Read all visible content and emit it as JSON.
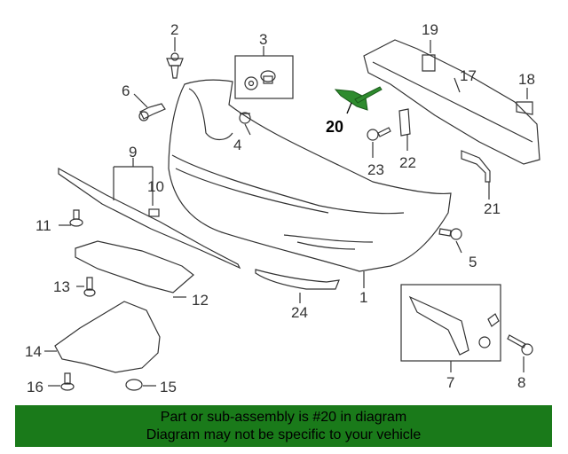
{
  "callouts": {
    "c1": "1",
    "c2": "2",
    "c3": "3",
    "c4": "4",
    "c5": "5",
    "c6": "6",
    "c7": "7",
    "c8": "8",
    "c9": "9",
    "c10": "10",
    "c11": "11",
    "c12": "12",
    "c13": "13",
    "c14": "14",
    "c15": "15",
    "c16": "16",
    "c17": "17",
    "c18": "18",
    "c19": "19",
    "c20": "20",
    "c21": "21",
    "c22": "22",
    "c23": "23",
    "c24": "24"
  },
  "highlighted_part": "20",
  "colors": {
    "banner": "#1a7a1a",
    "highlight": "#2e8b2e",
    "line": "#333333"
  },
  "banner": {
    "line1": "Part or sub-assembly is #20 in diagram",
    "line2": "Diagram may not be specific to your vehicle"
  }
}
